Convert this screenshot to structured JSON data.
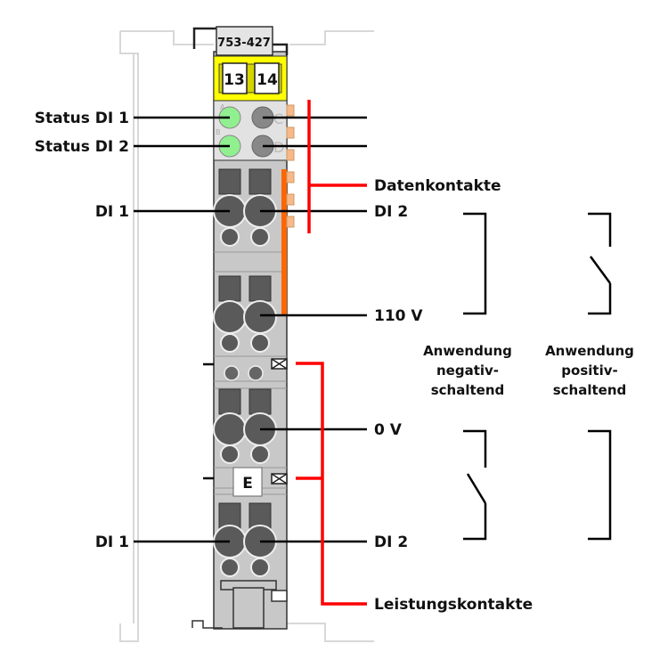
{
  "module": {
    "part_number": "753-427",
    "terminal_numbers": [
      "13",
      "14"
    ],
    "led_letters": [
      "A",
      "B",
      "C",
      "D"
    ],
    "marker_label": "E"
  },
  "labels": {
    "status_di1": "Status DI 1",
    "status_di2": "Status DI 2",
    "di1_top": "DI 1",
    "di2_top": "DI 2",
    "datenkontakte": "Datenkontakte",
    "v110": "110 V",
    "v0": "0 V",
    "di1_bottom": "DI 1",
    "di2_bottom": "DI 2",
    "leistungskontakte": "Leistungskontakte"
  },
  "applications": {
    "negative": [
      "Anwendung",
      "negativ-",
      "schaltend"
    ],
    "positive": [
      "Anwendung",
      "positiv-",
      "schaltend"
    ]
  },
  "colors": {
    "led_on": "#90f090",
    "led_off": "#888888",
    "yellow_band": "#ffff00",
    "data_contacts": "#ff6600",
    "contact_lines": "#ff0000",
    "body": "#c8c8c8"
  }
}
